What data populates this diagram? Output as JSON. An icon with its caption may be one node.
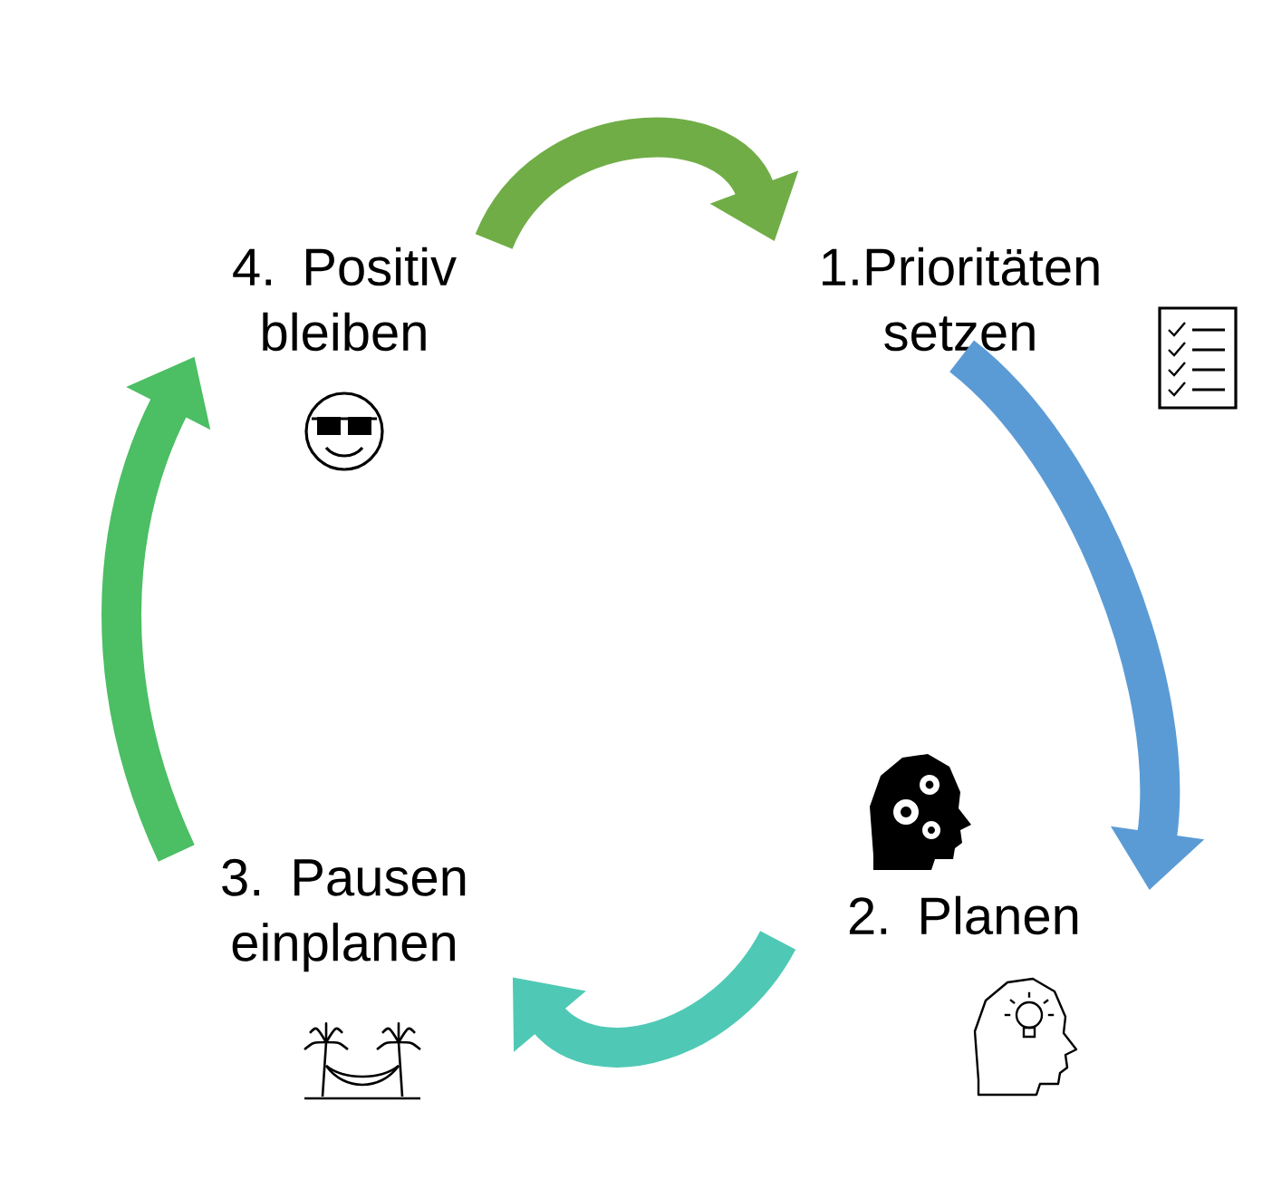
{
  "diagram": {
    "nodes": [
      {
        "text": [
          "1.Prioritäten setzen"
        ]
      },
      {
        "text": [
          "2. Planen"
        ]
      },
      {
        "text": [
          "3. Pausen einplanen"
        ]
      },
      {
        "text": [
          "4. Positiv bleiben"
        ]
      }
    ],
    "edges": [
      {
        "from": 3,
        "to": 0,
        "arrow": "to",
        "color": "#70ad47"
      },
      {
        "from": 0,
        "to": 1,
        "arrow": "to",
        "color": "#5b9bd5"
      },
      {
        "from": 1,
        "to": 2,
        "arrow": "to",
        "color": "#4fc9b5"
      },
      {
        "from": 2,
        "to": 3,
        "arrow": "to",
        "color": "#4cbe63"
      }
    ]
  }
}
